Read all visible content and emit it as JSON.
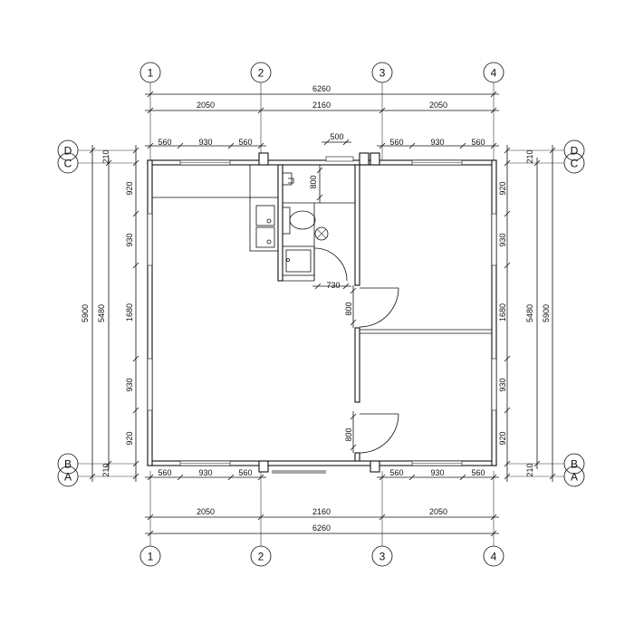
{
  "axes": {
    "cols": [
      "1",
      "2",
      "3",
      "4"
    ],
    "rows_left": [
      "D",
      "C",
      "B",
      "A"
    ],
    "rows_right": [
      "D",
      "C",
      "B",
      "A"
    ]
  },
  "dims": {
    "total_width": "6260",
    "top_bays": [
      "2050",
      "2160",
      "2050"
    ],
    "bottom_bays": [
      "2050",
      "2160",
      "2050"
    ],
    "bottom_total": "6260",
    "top_left_windows": [
      "560",
      "930",
      "560"
    ],
    "top_right_windows": [
      "560",
      "930",
      "560"
    ],
    "top_center": "500",
    "bottom_left_windows": [
      "560",
      "930",
      "560"
    ],
    "bottom_right_windows": [
      "560",
      "930",
      "560"
    ],
    "side_outer": "5900",
    "side_inner": "5480",
    "side_segments": [
      "920",
      "930",
      "1680",
      "930",
      "920"
    ],
    "side_ends": [
      "210",
      "210"
    ],
    "bath_800": "800",
    "door_730": "730",
    "door_800_a": "800",
    "door_800_b": "800"
  },
  "colors": {
    "line": "#111111",
    "background": "#ffffff"
  }
}
